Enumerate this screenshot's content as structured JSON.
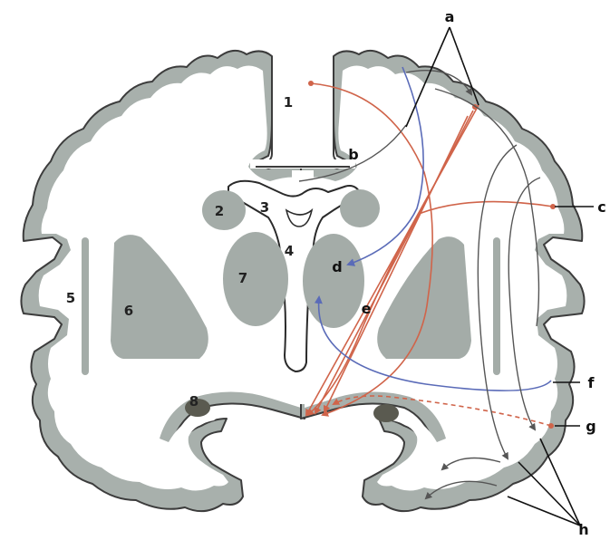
{
  "colors": {
    "cortex": "#a8b0ac",
    "cortex_outline": "#3c3c3c",
    "gray_nuclei": "#a4aca8",
    "dark_nucleus": "#5a5a50",
    "efferent": "#d0644a",
    "afferent": "#5a6bb8",
    "association": "#555555",
    "leader": "#111111"
  },
  "structure_numbers": {
    "n1": "1",
    "n2": "2",
    "n3": "3",
    "n4": "4",
    "n5": "5",
    "n6": "6",
    "n7": "7",
    "n8": "8"
  },
  "pathway_letters": {
    "a": "a",
    "b": "b",
    "c": "c",
    "d": "d",
    "e": "e",
    "f": "f",
    "g": "g",
    "h": "h"
  }
}
